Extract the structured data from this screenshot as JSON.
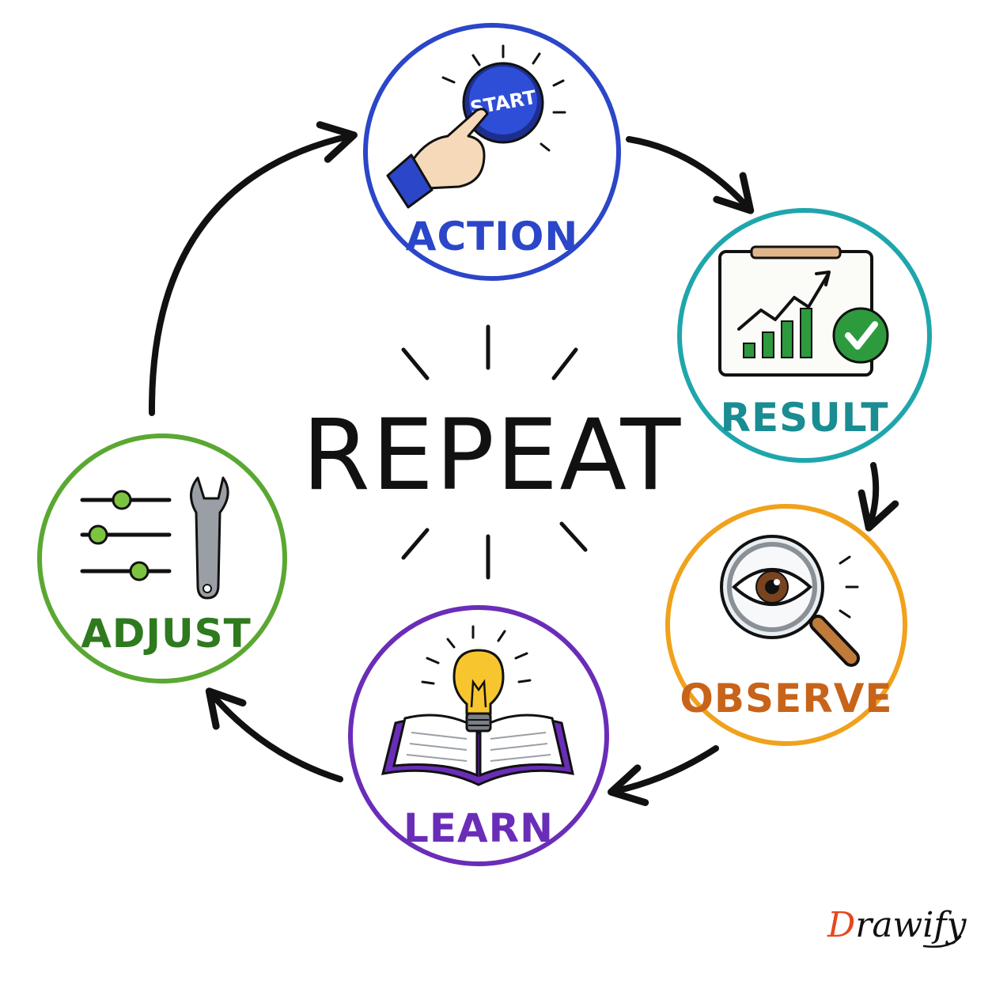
{
  "center": {
    "title": "REPEAT"
  },
  "stages": [
    {
      "id": "action",
      "label": "ACTION",
      "color": "#2b46c8",
      "icon": "start-button-press-icon",
      "button_text": "START"
    },
    {
      "id": "result",
      "label": "RESULT",
      "color": "#1fa6ac",
      "icon": "growth-chart-check-icon"
    },
    {
      "id": "observe",
      "label": "OBSERVE",
      "color": "#f0a21c",
      "label_color": "#c8631a",
      "icon": "magnifier-eye-icon"
    },
    {
      "id": "learn",
      "label": "LEARN",
      "color": "#6a2db8",
      "icon": "book-lightbulb-icon"
    },
    {
      "id": "adjust",
      "label": "ADJUST",
      "color": "#5aa832",
      "label_color": "#2f7a1e",
      "icon": "sliders-wrench-icon"
    }
  ],
  "flow": [
    "action",
    "result",
    "observe",
    "learn",
    "adjust",
    "action"
  ],
  "logo": {
    "first_letter": "D",
    "rest": "rawify",
    "accent": "#e8461e"
  }
}
